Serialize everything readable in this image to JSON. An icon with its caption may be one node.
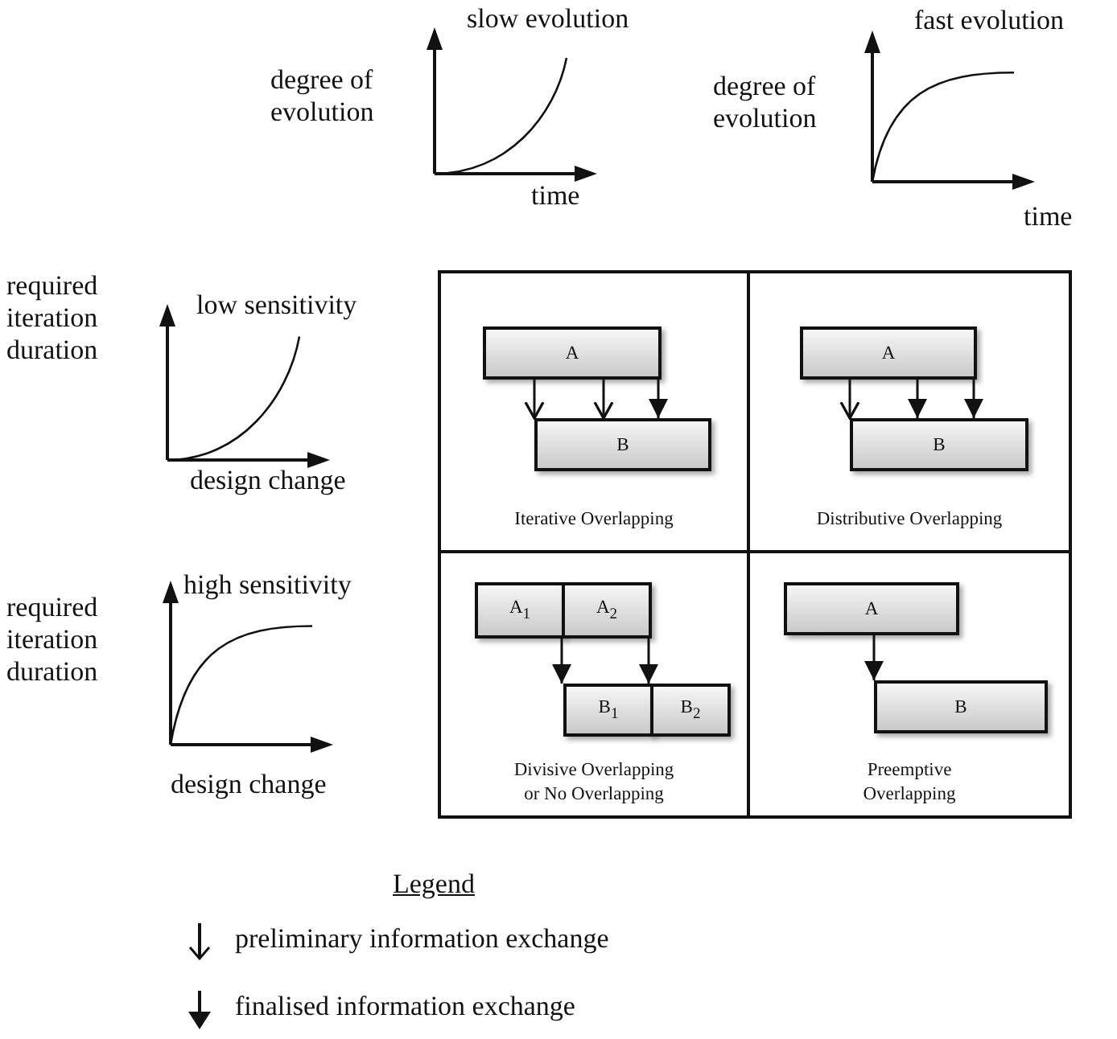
{
  "diagram": {
    "nodes": [
      {
        "text": [
          "Iterative Overlapping"
        ]
      },
      {
        "text": [
          "A"
        ],
        "in": 0
      },
      {
        "text": [
          "B"
        ],
        "in": 0
      },
      {
        "text": [
          "Distributive Overlapping"
        ]
      },
      {
        "text": [
          "A"
        ],
        "in": 3
      },
      {
        "text": [
          "B"
        ],
        "in": 3
      },
      {
        "text": [
          "Divisive Overlapping or No Overlapping"
        ]
      },
      {
        "text": [
          "A$_{1}$"
        ],
        "in": 6
      },
      {
        "text": [
          "A$_{2}$"
        ],
        "in": 6
      },
      {
        "text": [
          "B$_{1}$"
        ],
        "in": 6
      },
      {
        "text": [
          "B$_{2}$"
        ],
        "in": 6
      },
      {
        "text": [
          "Preemptive Overlapping"
        ]
      },
      {
        "text": [
          "A"
        ],
        "in": 11
      },
      {
        "text": [
          "B"
        ],
        "in": 11
      }
    ],
    "edges": [
      {
        "from": 1,
        "to": 2,
        "arrow": "to"
      },
      {
        "from": 1,
        "to": 2,
        "arrow": "to"
      },
      {
        "from": 1,
        "to": 2,
        "arrow": "to"
      },
      {
        "from": 4,
        "to": 5,
        "arrow": "to"
      },
      {
        "from": 4,
        "to": 5,
        "arrow": "to"
      },
      {
        "from": 4,
        "to": 5,
        "arrow": "to"
      },
      {
        "from": 7,
        "to": 9,
        "arrow": "to"
      },
      {
        "from": 8,
        "to": 10,
        "arrow": "to"
      },
      {
        "from": 12,
        "to": 13,
        "arrow": "to"
      }
    ],
    "labels": [
      "degree of evolution",
      "slow evolution",
      "time",
      "degree of evolution",
      "fast evolution",
      "time",
      "required iteration duration",
      "low sensitivity",
      "design change",
      "required iteration duration",
      "high sensitivity",
      "design change",
      "Legend"
    ],
    "legend": [
      {
        "text": "preliminary information exchange"
      },
      {
        "text": "finalised information exchange"
      }
    ]
  }
}
